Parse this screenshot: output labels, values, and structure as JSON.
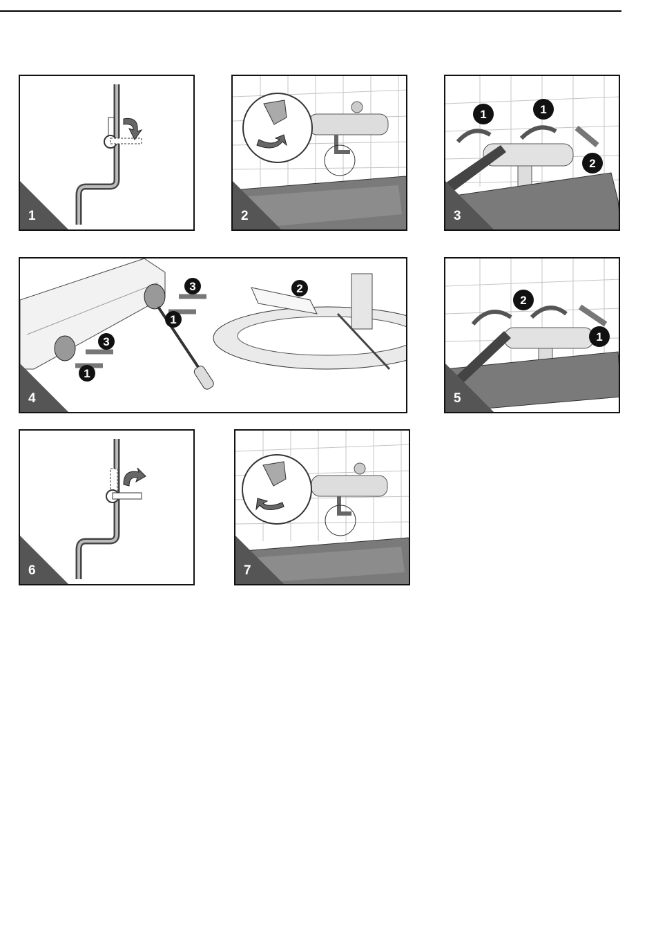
{
  "steps": [
    {
      "number": "1"
    },
    {
      "number": "2"
    },
    {
      "number": "3"
    },
    {
      "number": "4"
    },
    {
      "number": "5"
    },
    {
      "number": "6"
    },
    {
      "number": "7"
    }
  ],
  "callouts": {
    "step3": [
      "1",
      "1",
      "2"
    ],
    "step4": [
      "3",
      "1",
      "3",
      "1",
      "2"
    ],
    "step5": [
      "2",
      "1"
    ]
  },
  "colors": {
    "frame": "#111111",
    "corner": "#555555",
    "tile_line": "#bdbdbd",
    "tub": "#7a7a7a",
    "arrow": "#666666"
  }
}
